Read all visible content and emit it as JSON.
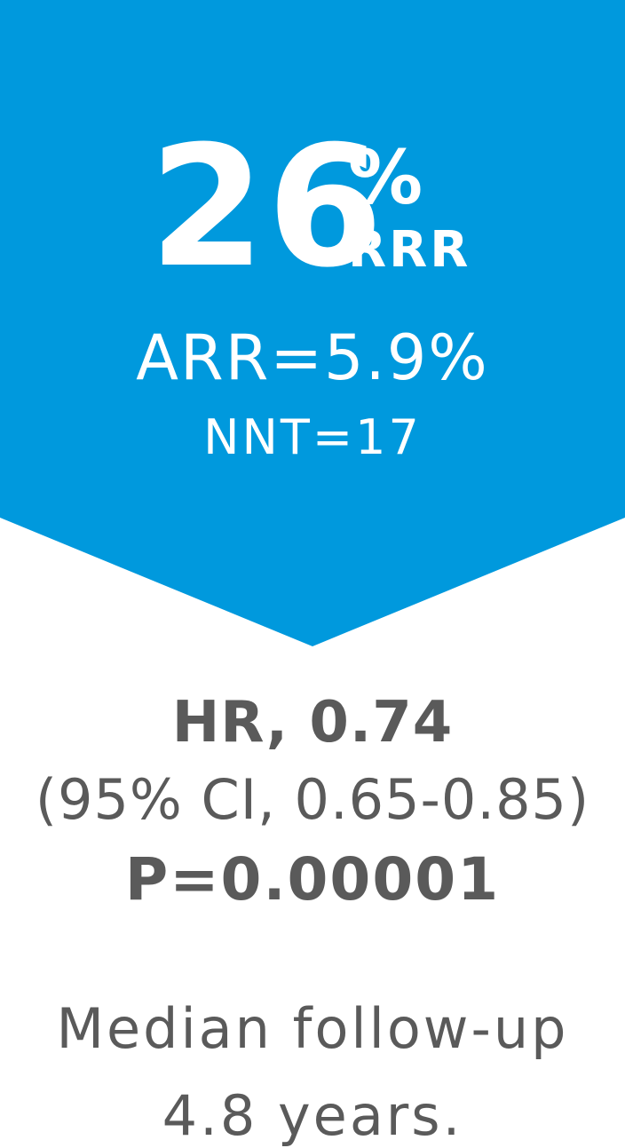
{
  "colors": {
    "banner": "#0099dd",
    "banner_text": "#ffffff",
    "body_text": "#5a5a5a",
    "background": "#ffffff"
  },
  "banner": {
    "rrr_value": "26",
    "rrr_unit": "%",
    "rrr_label": "RRR",
    "arr": "ARR=5.9%",
    "nnt": "NNT=17"
  },
  "stats": {
    "hazard_ratio": "HR, 0.74",
    "confidence_interval": "(95% CI, 0.65-0.85)",
    "p_value": "P=0.00001"
  },
  "followup": {
    "line1": "Median follow-up",
    "line2": "4.8 years."
  }
}
